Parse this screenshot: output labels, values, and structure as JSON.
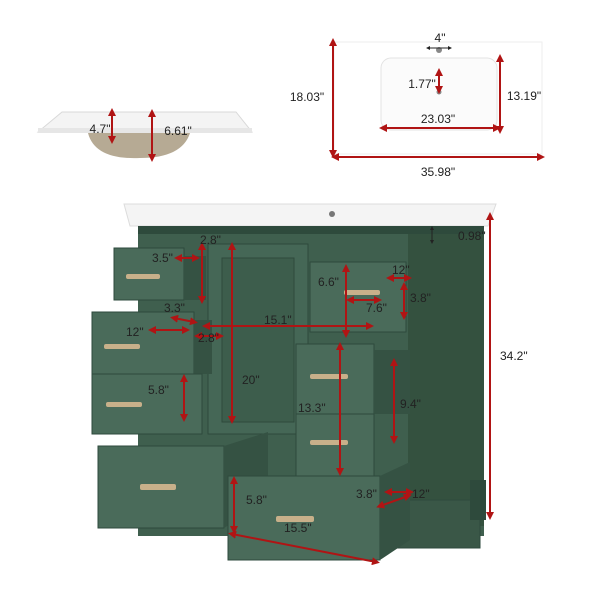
{
  "colors": {
    "cabinet": "#3f5f4e",
    "cabinet_dark": "#2e4a3c",
    "cabinet_light": "#4d7060",
    "top": "#f4f4f4",
    "dimension_red": "#b01414",
    "handle": "#c8b08a"
  },
  "icons": {
    "basin": "sink-basin-icon",
    "faucet_hole": "faucet-hole-icon",
    "handle": "drawer-pull-icon"
  },
  "sink_side_view": {
    "basin_depth": "4.7\"",
    "top_height": "6.61\""
  },
  "sink_top_view": {
    "faucet_spacing": "4\"",
    "depth": "18.03\"",
    "bowl_depth": "13.19\"",
    "hole_offset": "1.77\"",
    "bowl_width": "23.03\"",
    "total_width": "35.98\""
  },
  "cabinet": {
    "top_thickness": "0.98\"",
    "total_height": "34.2\"",
    "left_top_drawer_height": "3.5\"",
    "left_top_gap": "2.8\"",
    "left_mid_drawer_height": "3.3\"",
    "left_drawer_depth": "12\"",
    "left_mid_gap": "2.8\"",
    "left_drawer_inner_height": "5.8\"",
    "door_width": "15.1\"",
    "door_height": "20\"",
    "right_top_drawer_height": "6.6\"",
    "right_top_drawer_width": "7.6\"",
    "right_top_drawer_depth": "12\"",
    "right_top_drawer_side": "3.8\"",
    "right_mid_drawer_height": "13.3\"",
    "right_mid_drawer_inner": "9.4\"",
    "bottom_drawer_height": "5.8\"",
    "bottom_drawer_width": "15.5\"",
    "bottom_drawer_side": "3.8\"",
    "bottom_drawer_depth": "12\""
  }
}
